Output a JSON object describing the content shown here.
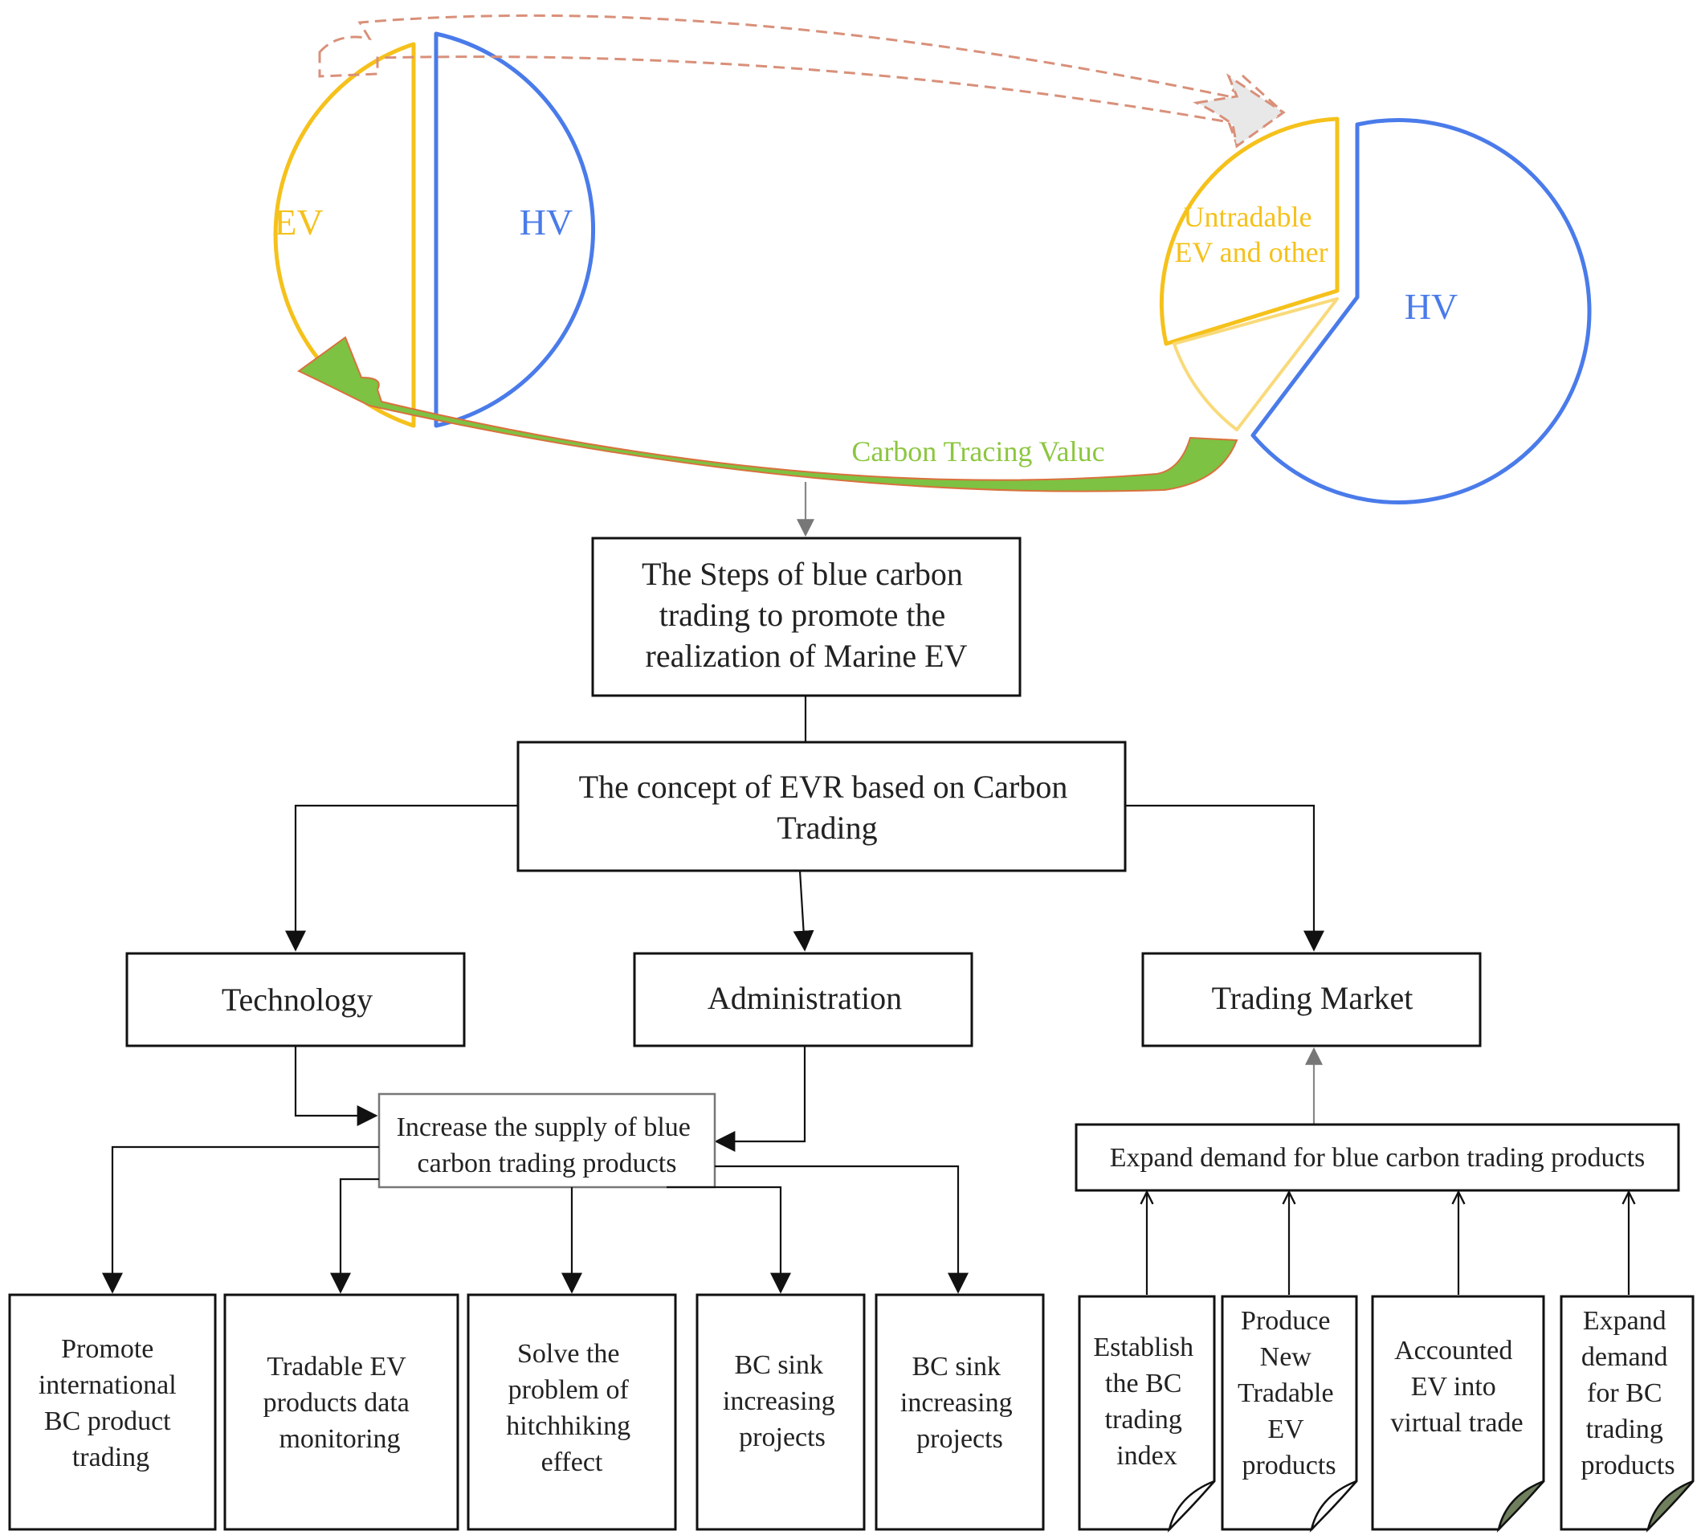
{
  "pies": {
    "left": {
      "ev_label": "EV",
      "hv_label": "HV"
    },
    "right": {
      "untradable_label": [
        "Untradable",
        "EV and other"
      ],
      "hv_label": "HV"
    },
    "carbon_trading_label": "Carbon Tracing Valuc"
  },
  "top_box": {
    "lines": [
      "The Steps of blue carbon",
      "trading to promote the",
      "realization  of Marine EV"
    ]
  },
  "concept_box": {
    "lines": [
      "The concept of EVR based on Carbon",
      "Trading"
    ]
  },
  "categories": {
    "technology": "Technology",
    "administration": "Administration",
    "trading_market": "Trading Market"
  },
  "supply_box": {
    "lines": [
      "Increase the supply of blue",
      "carbon trading products"
    ]
  },
  "demand_box": {
    "text": "Expand demand for blue carbon trading products"
  },
  "supply_items": [
    [
      "Promote",
      "international",
      "BC product",
      "trading"
    ],
    [
      "Tradable EV",
      "products data",
      "monitoring"
    ],
    [
      "Solve the",
      "problem of",
      "hitchhiking",
      "effect"
    ],
    [
      "BC sink",
      "increasing",
      "projects"
    ],
    [
      "BC sink",
      "increasing",
      "projects"
    ]
  ],
  "demand_items": [
    [
      "Establish",
      "the BC",
      "trading",
      "index"
    ],
    [
      "Produce",
      "New",
      "Tradable",
      "EV",
      "products"
    ],
    [
      "Accounted",
      "EV into",
      "virtual trade"
    ],
    [
      "Expand",
      "demand",
      "for BC",
      "trading",
      "products"
    ]
  ],
  "colors": {
    "ev": "#F5C11B",
    "hv": "#4A7BEA",
    "carbon_arrow": "#7DC242",
    "carbon_text": "#8CC63F",
    "dashed_arrow": "#D9907A",
    "fold_white": "#ffffff",
    "fold_dark": "#6F7F5E"
  }
}
